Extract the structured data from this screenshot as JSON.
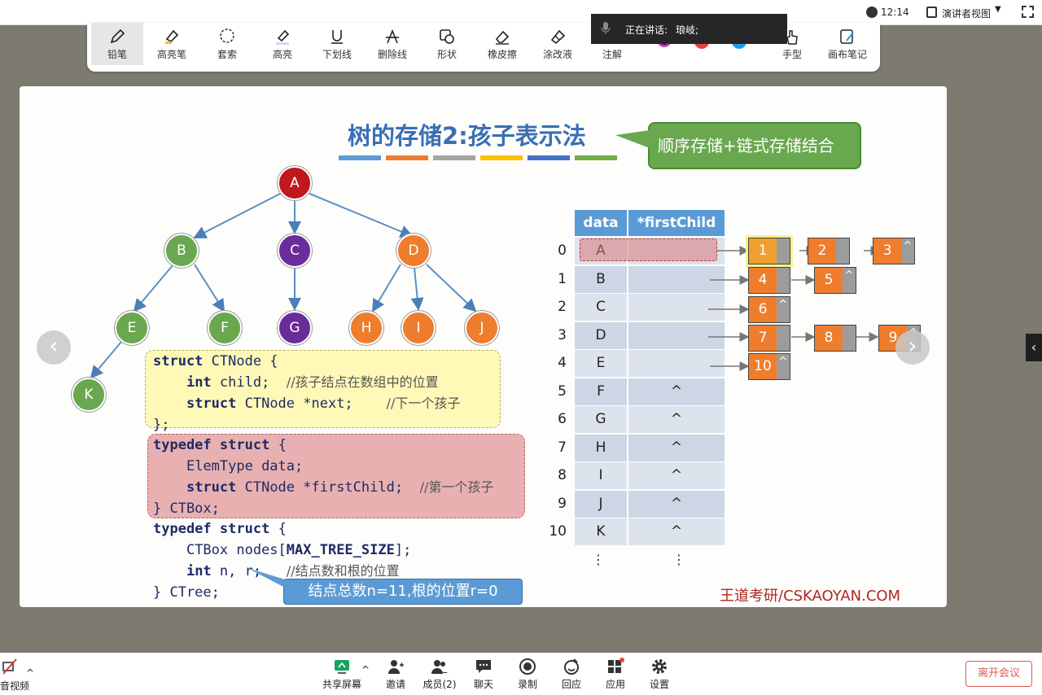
{
  "topbar": {
    "time": "12:14",
    "view_label": "演讲者视图"
  },
  "speaking": {
    "label": "正在讲话:",
    "name": "琅岐;"
  },
  "toolbar": {
    "tools": [
      "铅笔",
      "高亮笔",
      "套索",
      "高亮",
      "下划线",
      "删除线",
      "形状",
      "橡皮擦",
      "涂改液",
      "注解",
      "手型",
      "画布笔记"
    ],
    "colors": [
      "#111111",
      "#e8423d",
      "#1e9be8"
    ]
  },
  "slide": {
    "title": "树的存储2:孩子表示法",
    "title_bar_colors": [
      "#5b9bd5",
      "#ed7d31",
      "#a5a5a5",
      "#ffc000",
      "#4472c4",
      "#70ad47"
    ],
    "callout_top": "顺序存储+链式存储结合",
    "callout_bottom": "结点总数n=11,根的位置r=0",
    "brand": "王道考研/CSKAOYAN.COM",
    "tree_nodes": [
      {
        "id": "A",
        "color": "red"
      },
      {
        "id": "B",
        "color": "green"
      },
      {
        "id": "C",
        "color": "purple"
      },
      {
        "id": "D",
        "color": "orange"
      },
      {
        "id": "E",
        "color": "green"
      },
      {
        "id": "F",
        "color": "green"
      },
      {
        "id": "G",
        "color": "purple"
      },
      {
        "id": "H",
        "color": "orange"
      },
      {
        "id": "I",
        "color": "orange"
      },
      {
        "id": "J",
        "color": "orange"
      },
      {
        "id": "K",
        "color": "green"
      }
    ],
    "code1": {
      "l1": [
        "struct",
        " CTNode {"
      ],
      "l2": [
        "int",
        " child;",
        "//孩子结点在数组中的位置"
      ],
      "l3": [
        "struct",
        " CTNode *next;",
        "//下一个孩子"
      ],
      "l4": "};"
    },
    "code2": {
      "l1": [
        "typedef",
        "struct",
        "{"
      ],
      "l2": "ElemType data;",
      "l3": [
        "struct",
        " CTNode *firstChild;",
        "//第一个孩子"
      ],
      "l4": "} CTBox;"
    },
    "code3": {
      "l1": [
        "typedef",
        "struct",
        "{"
      ],
      "l2": [
        "CTBox nodes[",
        "MAX_TREE_SIZE",
        "];"
      ],
      "l3": [
        "int",
        " n, r;",
        "//结点数和根的位置"
      ],
      "l4": "} CTree;"
    },
    "table": {
      "headers": [
        "data",
        "*firstChild"
      ],
      "rows": [
        {
          "idx": "0",
          "data": "A",
          "fc": ""
        },
        {
          "idx": "1",
          "data": "B",
          "fc": ""
        },
        {
          "idx": "2",
          "data": "C",
          "fc": ""
        },
        {
          "idx": "3",
          "data": "D",
          "fc": ""
        },
        {
          "idx": "4",
          "data": "E",
          "fc": ""
        },
        {
          "idx": "5",
          "data": "F",
          "fc": "^"
        },
        {
          "idx": "6",
          "data": "G",
          "fc": "^"
        },
        {
          "idx": "7",
          "data": "H",
          "fc": "^"
        },
        {
          "idx": "8",
          "data": "I",
          "fc": "^"
        },
        {
          "idx": "9",
          "data": "J",
          "fc": "^"
        },
        {
          "idx": "10",
          "data": "K",
          "fc": "^"
        }
      ],
      "ellipsis": "⋮"
    },
    "lists": [
      [
        "1",
        "2",
        "3"
      ],
      [
        "4",
        "5"
      ],
      [
        "6"
      ],
      [
        "7",
        "8",
        "9"
      ],
      [
        "10"
      ]
    ],
    "null_mark": "^"
  },
  "bottombar": {
    "left_label": "音视频",
    "items": [
      "共享屏幕",
      "邀请",
      "成员(2)",
      "聊天",
      "录制",
      "回应",
      "应用",
      "设置"
    ],
    "leave": "离开会议"
  }
}
